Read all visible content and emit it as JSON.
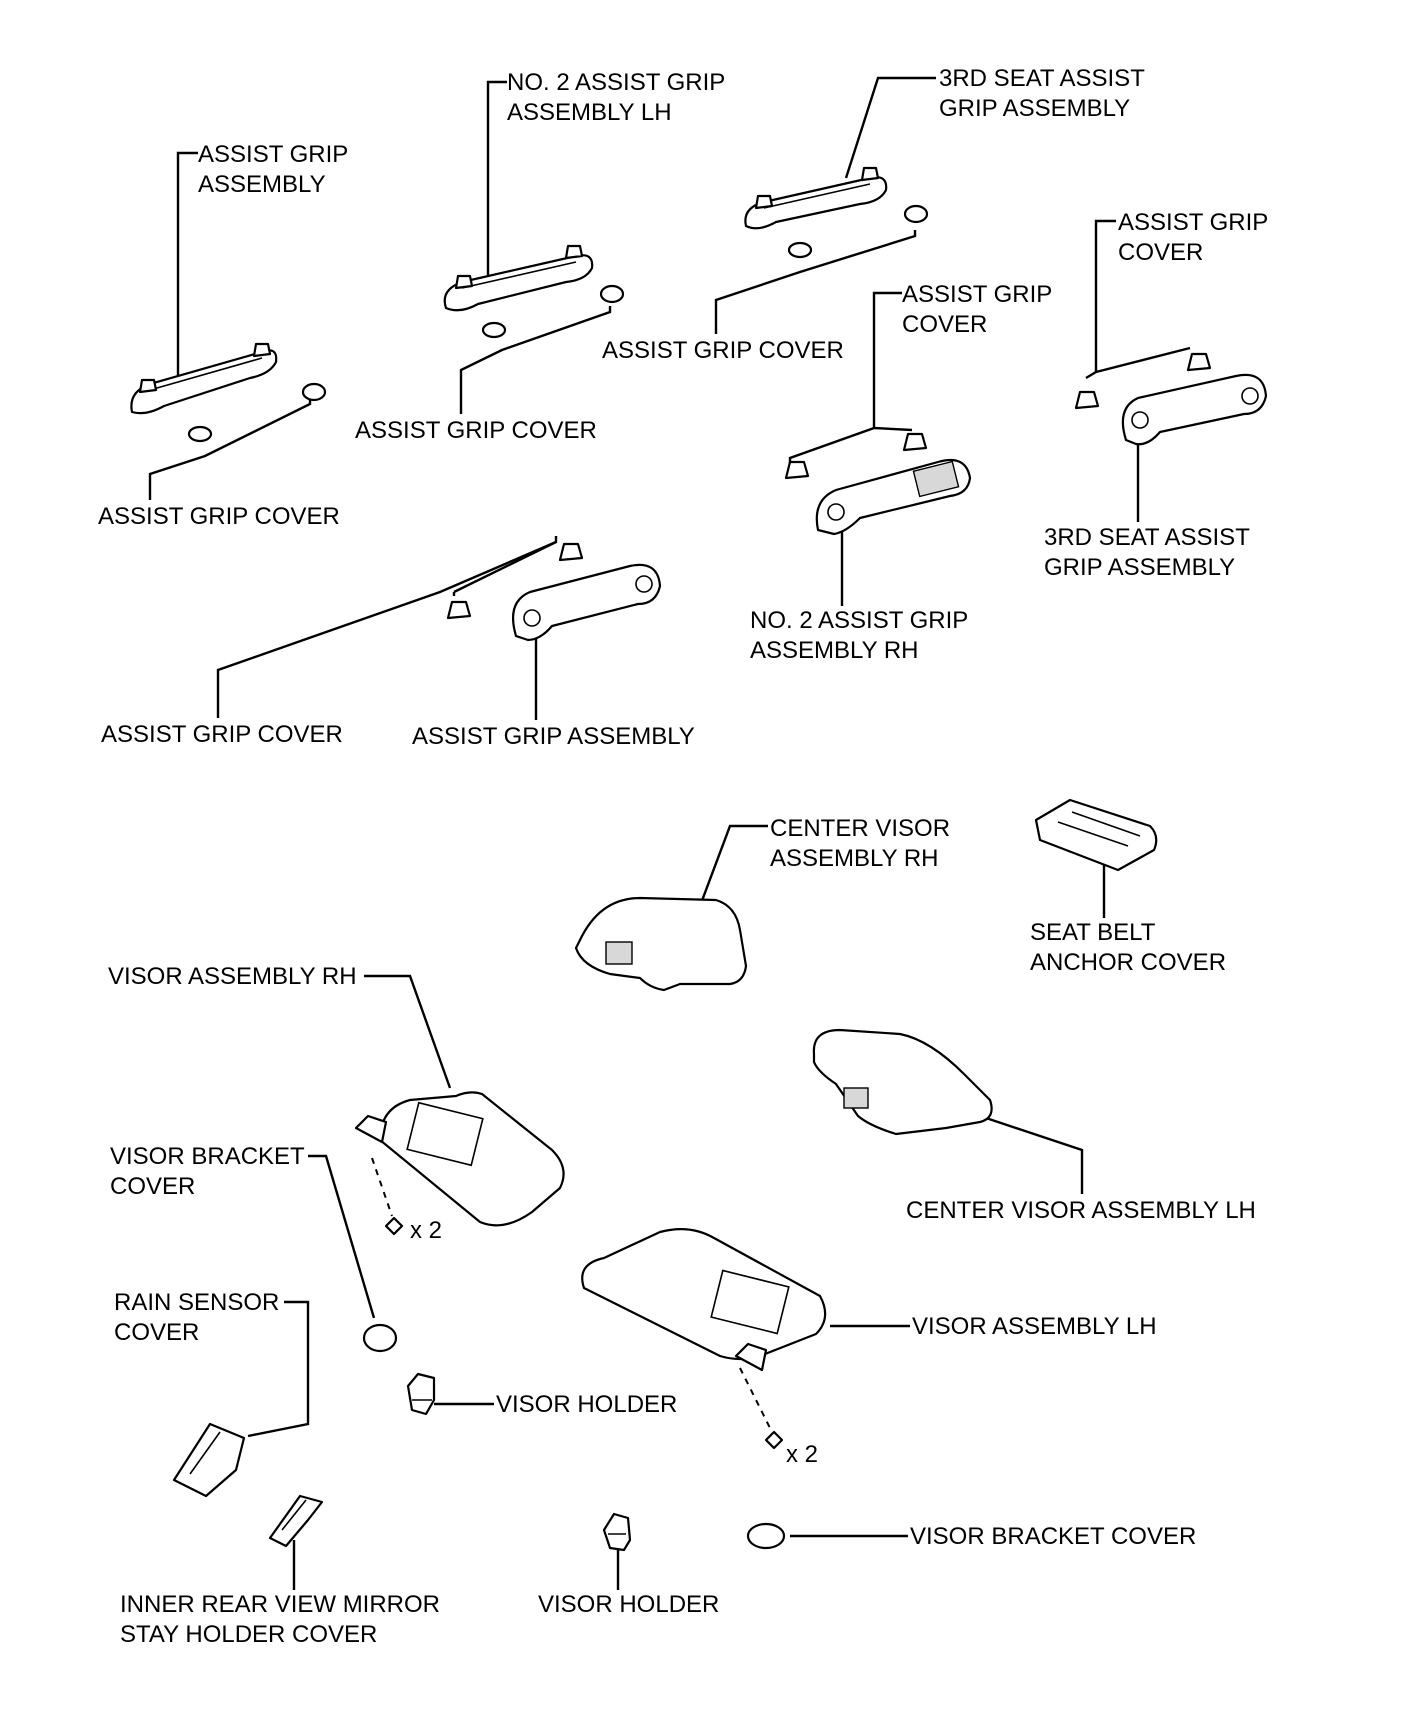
{
  "labels": {
    "assist_grip_assembly_1": [
      "ASSIST GRIP",
      "ASSEMBLY"
    ],
    "assist_grip_cover_1": "ASSIST GRIP COVER",
    "no2_assist_grip_lh": [
      "NO. 2 ASSIST GRIP",
      "ASSEMBLY LH"
    ],
    "assist_grip_cover_2": "ASSIST GRIP COVER",
    "third_seat_grip_1": [
      "3RD SEAT ASSIST",
      "GRIP ASSEMBLY"
    ],
    "assist_grip_cover_3": "ASSIST GRIP COVER",
    "assist_grip_cover_4": [
      "ASSIST GRIP",
      "COVER"
    ],
    "assist_grip_cover_5": [
      "ASSIST GRIP",
      "COVER"
    ],
    "third_seat_grip_2": [
      "3RD SEAT ASSIST",
      "GRIP ASSEMBLY"
    ],
    "no2_assist_grip_rh": [
      "NO. 2 ASSIST GRIP",
      "ASSEMBLY RH"
    ],
    "assist_grip_cover_6": "ASSIST GRIP COVER",
    "assist_grip_assembly_2": "ASSIST GRIP ASSEMBLY",
    "center_visor_rh": [
      "CENTER VISOR",
      "ASSEMBLY RH"
    ],
    "seat_belt_anchor_cover": [
      "SEAT BELT",
      "ANCHOR COVER"
    ],
    "visor_assembly_rh": "VISOR ASSEMBLY RH",
    "center_visor_lh": "CENTER VISOR ASSEMBLY LH",
    "visor_bracket_cover_1": [
      "VISOR BRACKET",
      "COVER"
    ],
    "qty_1": "x 2",
    "visor_assembly_lh": "VISOR ASSEMBLY LH",
    "rain_sensor_cover": [
      "RAIN SENSOR",
      "COVER"
    ],
    "visor_holder_1": "VISOR HOLDER",
    "qty_2": "x 2",
    "visor_bracket_cover_2": "VISOR BRACKET COVER",
    "mirror_stay_cover": [
      "INNER REAR VIEW MIRROR",
      "STAY HOLDER COVER"
    ],
    "visor_holder_2": "VISOR HOLDER"
  }
}
